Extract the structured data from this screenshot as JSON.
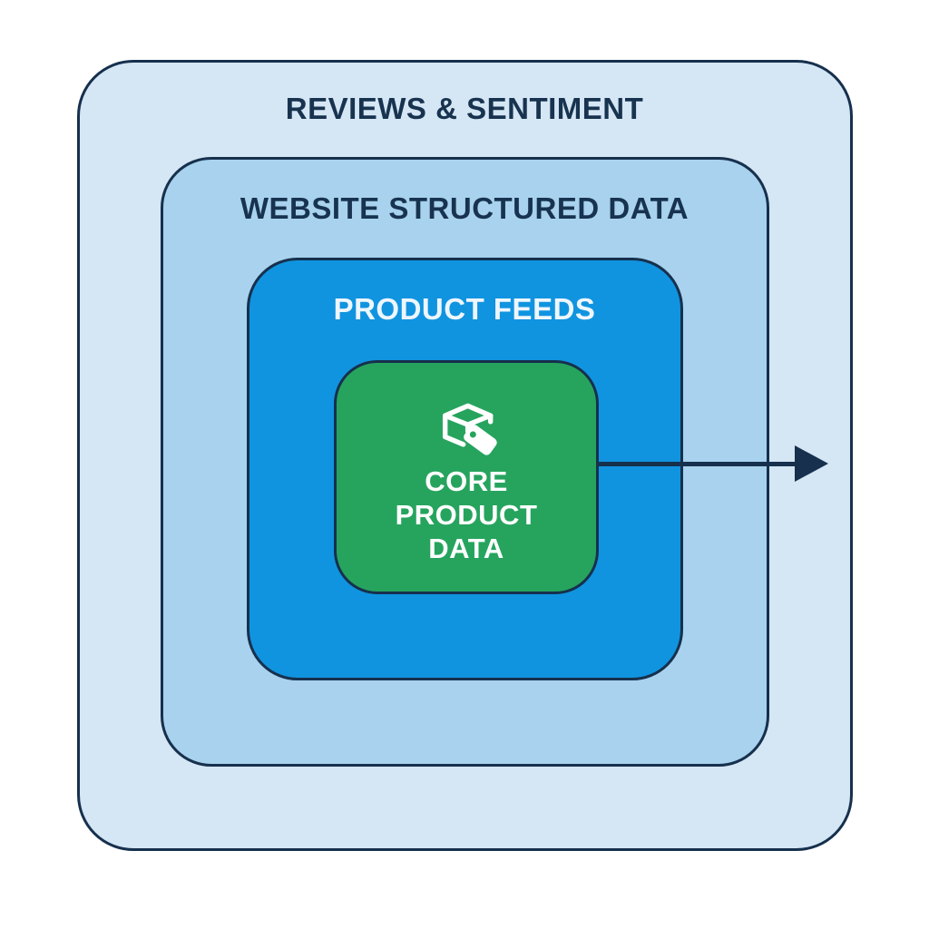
{
  "diagram": {
    "type": "nested-layers",
    "background": "#ffffff",
    "border_color": "#16304d",
    "layers": [
      {
        "id": "reviews-sentiment",
        "label": "REVIEWS & SENTIMENT",
        "fill": "#d5e6f4",
        "text_color": "#17334f"
      },
      {
        "id": "website-structured-data",
        "label": "WEBSITE STRUCTURED DATA",
        "fill": "#a8d2ee",
        "text_color": "#17334f"
      },
      {
        "id": "product-feeds",
        "label": "PRODUCT FEEDS",
        "fill": "#1094e0",
        "text_color": "#eef6fd"
      },
      {
        "id": "core-product-data",
        "label": "CORE\nPRODUCT\nDATA",
        "fill": "#26a45e",
        "text_color": "#ffffff",
        "icon": "package-tag-icon"
      }
    ],
    "arrow": {
      "direction": "right",
      "color": "#16304d"
    }
  }
}
